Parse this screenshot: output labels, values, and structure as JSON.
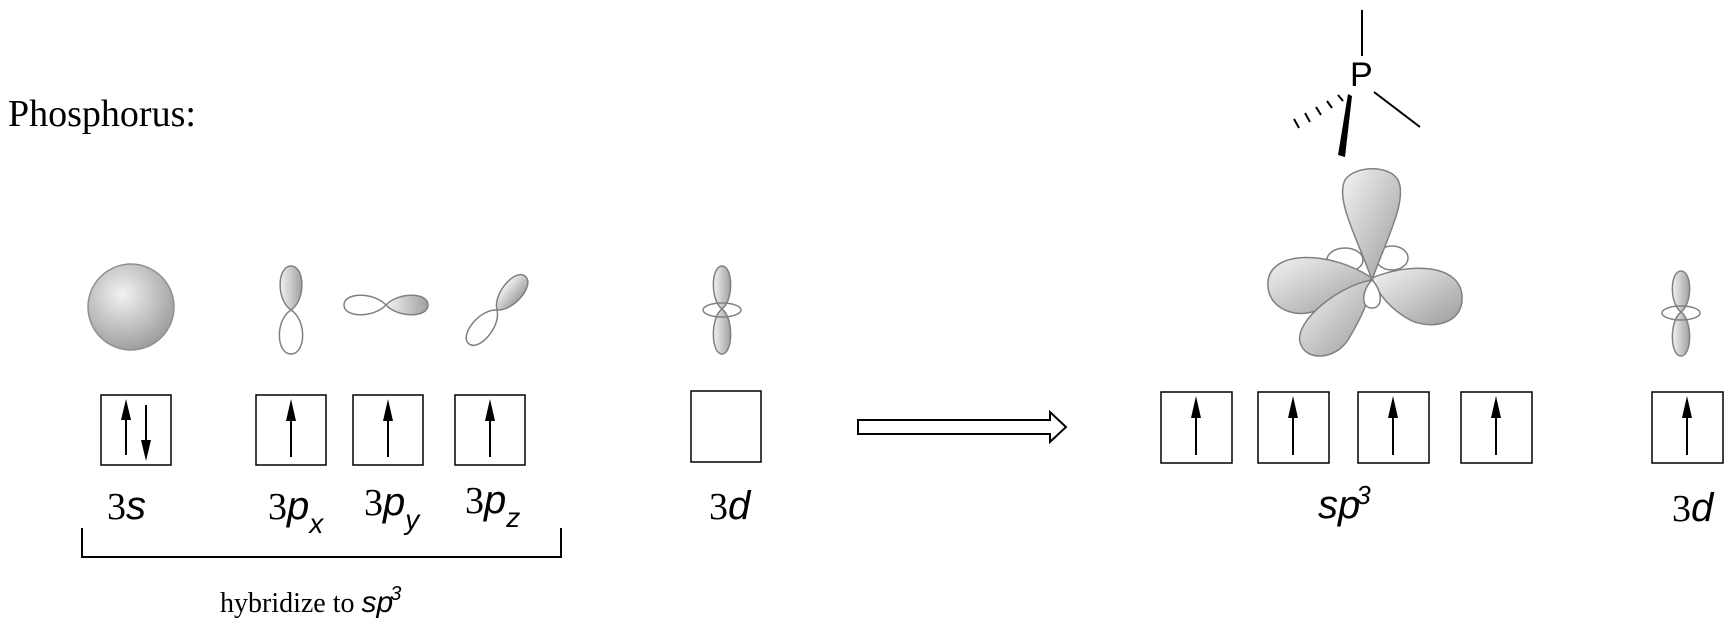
{
  "title": "Phosphorus:",
  "labels": {
    "s3": {
      "num": "3",
      "sym": "s"
    },
    "px": {
      "num": "3",
      "sym": "p",
      "sub": "x"
    },
    "py": {
      "num": "3",
      "sym": "p",
      "sub": "y"
    },
    "pz": {
      "num": "3",
      "sym": "p",
      "sub": "z"
    },
    "d_left": {
      "num": "3",
      "sym": "d"
    },
    "sp3": {
      "sym": "sp",
      "sup": "3"
    },
    "d_right": {
      "num": "3",
      "sym": "d"
    }
  },
  "bracket_label": {
    "text": "hybridize to ",
    "sym": "sp",
    "sup": "3"
  },
  "atom_label": "P",
  "orbital_boxes": [
    {
      "name": "3s",
      "electrons": "up-down"
    },
    {
      "name": "3px",
      "electrons": "up"
    },
    {
      "name": "3py",
      "electrons": "up"
    },
    {
      "name": "3pz",
      "electrons": "up"
    },
    {
      "name": "3d",
      "electrons": "empty"
    },
    {
      "name": "sp3-1",
      "electrons": "up"
    },
    {
      "name": "sp3-2",
      "electrons": "up"
    },
    {
      "name": "sp3-3",
      "electrons": "up"
    },
    {
      "name": "sp3-4",
      "electrons": "up"
    },
    {
      "name": "3d-right",
      "electrons": "up"
    }
  ],
  "colors": {
    "lobe_dark": "#9a9a9a",
    "lobe_light": "#e8e8e8",
    "outline": "#808080"
  }
}
